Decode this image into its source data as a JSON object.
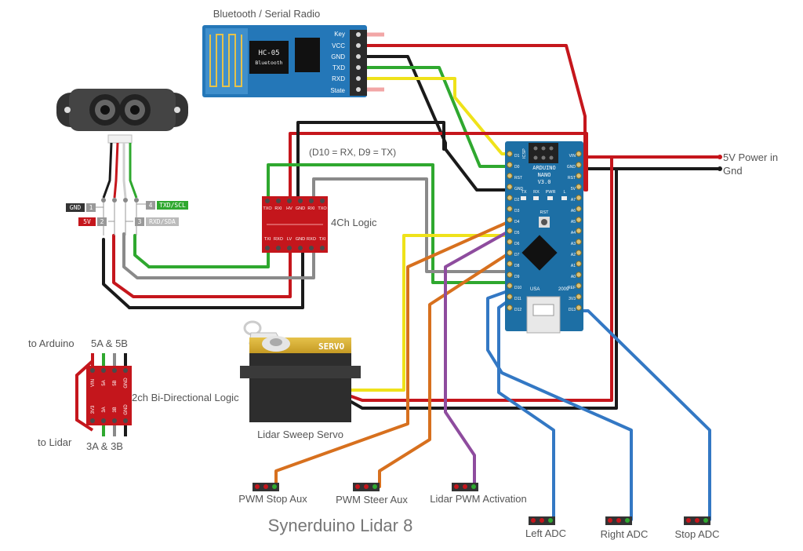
{
  "title": "Synerduino Lidar 8",
  "bluetooth": {
    "heading": "Bluetooth / Serial Radio",
    "chip_name": "HC-05",
    "chip_sub": "Bluetooth",
    "pins": [
      "Key",
      "VCC",
      "GND",
      "TXD",
      "RXD",
      "State"
    ]
  },
  "lidar_pins": {
    "p1_num": "1",
    "p1_name": "GND",
    "p2_num": "2",
    "p2_name": "5V",
    "p3_num": "3",
    "p3_name": "RXD/SDA",
    "p4_num": "4",
    "p4_name": "TXD/SCL"
  },
  "serial_note": "(D10 = RX, D9 = TX)",
  "logic4": {
    "label": "4Ch Logic",
    "top_pins": [
      "TXO",
      "RXI",
      "HV",
      "GND",
      "RXI",
      "TXO"
    ],
    "bottom_pins": [
      "TXI",
      "RXO",
      "LV",
      "GND",
      "RXO",
      "TXI"
    ]
  },
  "logic2": {
    "label": "2ch Bi-Directional Logic",
    "to_arduino": "to Arduino",
    "to_lidar": "to Lidar",
    "top_note": "5A & 5B",
    "bottom_note": "3A & 3B",
    "top_pins": [
      "VIN",
      "5A",
      "5B",
      "GND"
    ],
    "bottom_pins": [
      "3V3",
      "3A",
      "3B",
      "GND"
    ]
  },
  "arduino": {
    "name": "ARDUINO",
    "model": "NANO",
    "version": "V3.0",
    "icsp": "ICSP",
    "usa": "USA",
    "year": "2009",
    "rst": "RST",
    "leds": [
      "TX",
      "RX",
      "PWR",
      "L"
    ],
    "left_pins": [
      "D1",
      "D0",
      "RST",
      "GND",
      "D2",
      "D3",
      "D4",
      "D5",
      "D6",
      "D7",
      "D8",
      "D9",
      "D10",
      "D11",
      "D12"
    ],
    "right_pins": [
      "VIN",
      "GND",
      "RST",
      "5V",
      "A7",
      "A6",
      "A5",
      "A4",
      "A3",
      "A2",
      "A1",
      "A0",
      "REF",
      "3V3",
      "D13"
    ]
  },
  "servo": {
    "brand": "SERVO",
    "label": "Lidar Sweep Servo"
  },
  "power": {
    "vin": "5V Power in",
    "gnd": "Gnd"
  },
  "headers": {
    "pwm_stop": "PWM Stop Aux",
    "pwm_steer": "PWM Steer Aux",
    "lidar_pwm": "Lidar PWM Activation",
    "left_adc": "Left ADC",
    "right_adc": "Right ADC",
    "stop_adc": "Stop ADC"
  },
  "colors": {
    "red": "#c5161c",
    "black": "#1a1a1a",
    "green": "#2fa82f",
    "yellow": "#efe21a",
    "gray": "#8a8a8a",
    "orange": "#d7701e",
    "purple": "#8e4c9e",
    "blue": "#3378c4",
    "board_blue": "#1d6fa5",
    "breakout_red": "#c4161c"
  }
}
